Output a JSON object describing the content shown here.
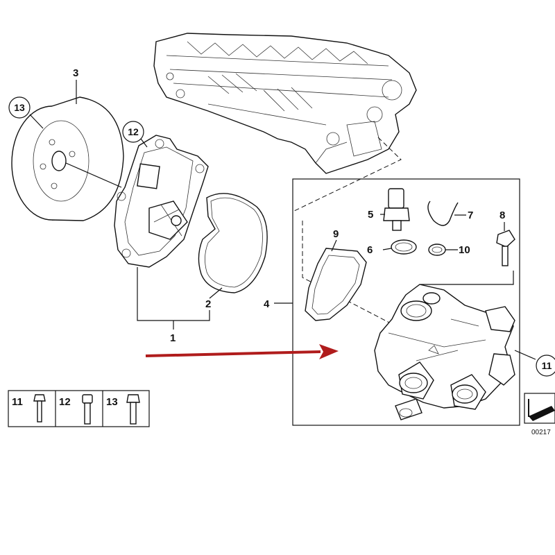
{
  "callouts": {
    "p1": "1",
    "p2": "2",
    "p3": "3",
    "p4": "4",
    "p5": "5",
    "p6": "6",
    "p7": "7",
    "p8": "8",
    "p9": "9",
    "p10": "10",
    "p11": "11",
    "p12": "12",
    "p13": "13"
  },
  "legend": {
    "items": [
      {
        "num": "11"
      },
      {
        "num": "12"
      },
      {
        "num": "13"
      }
    ]
  },
  "diagram_id": "00217",
  "colors": {
    "arrow": "#b01c1c",
    "line": "#111111"
  }
}
